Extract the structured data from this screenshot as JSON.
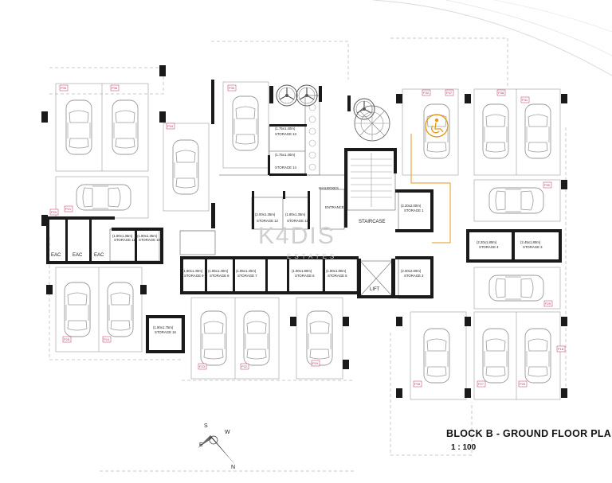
{
  "title": "BLOCK B - GROUND FLOOR PLAN",
  "scale": "1 : 100",
  "watermark": {
    "main": "K4DIS",
    "sub": "ESTATES"
  },
  "colors": {
    "wall": "#1a1a1a",
    "line": "#8a8a8a",
    "accent": "#e39a1e",
    "parking_tag": "#c0305a"
  },
  "icons": {
    "accessible_parking": "wheelchair-icon",
    "north_arrow": "compass-icon",
    "ventilation": "fan-icon"
  },
  "compass": {
    "n": "N",
    "s": "S",
    "e": "E",
    "w": "W"
  },
  "rooms": {
    "storage13": {
      "dim": "(1.75x1.40m)",
      "name": "STORAGE 13"
    },
    "storage14": {
      "dim": "(1.75x1.40m)",
      "name": "STORAGE 14"
    },
    "storage12": {
      "dim": "(2.00x1.35m)",
      "name": "STORAGE 12"
    },
    "storage13b": {
      "dim": "(1.80x1.35m)",
      "name": "STORAGE 13"
    },
    "storage11": {
      "dim": "(1.80x1.35m)",
      "name": "STORAGE 11"
    },
    "storage10": {
      "dim": "(1.80x1.35m)",
      "name": "STORAGE 10"
    },
    "storage9": {
      "dim": "(1.80x1.40m)",
      "name": "STORAGE 9"
    },
    "storage8": {
      "dim": "(1.85x1.40m)",
      "name": "STORAGE 8"
    },
    "storage7": {
      "dim": "(1.85x1.40m)",
      "name": "STORAGE 7"
    },
    "storage6": {
      "dim": "(1.90x1.80m)",
      "name": "STORAGE 6"
    },
    "storage5": {
      "dim": "(1.80x1.80m)",
      "name": "STORAGE 5"
    },
    "storage2": {
      "dim": "(2.00x2.00m)",
      "name": "STORAGE 2"
    },
    "storage1": {
      "dim": "(2.20x2.00m)",
      "name": "STORAGE 1"
    },
    "storage4": {
      "dim": "(2.20x1.80m)",
      "name": "STORAGE 4"
    },
    "storage3": {
      "dim": "(2.45x1.80m)",
      "name": "STORAGE 3"
    },
    "storage16": {
      "dim": "(1.80x1.75m)",
      "name": "STORAGE 16"
    },
    "staircase": "STAIRCASE",
    "lift": "LIFT",
    "entrance": "ENTRANCE",
    "mailboxes": "MAILBOXES",
    "eac": "EAC"
  },
  "parking_tags": [
    "P35",
    "P36",
    "P34",
    "P33",
    "P32",
    "P31",
    "P30",
    "P29",
    "P28",
    "P27",
    "P26",
    "P25",
    "P24",
    "P23",
    "P22",
    "P21",
    "P20",
    "P19",
    "P18",
    "P37",
    "P38"
  ]
}
